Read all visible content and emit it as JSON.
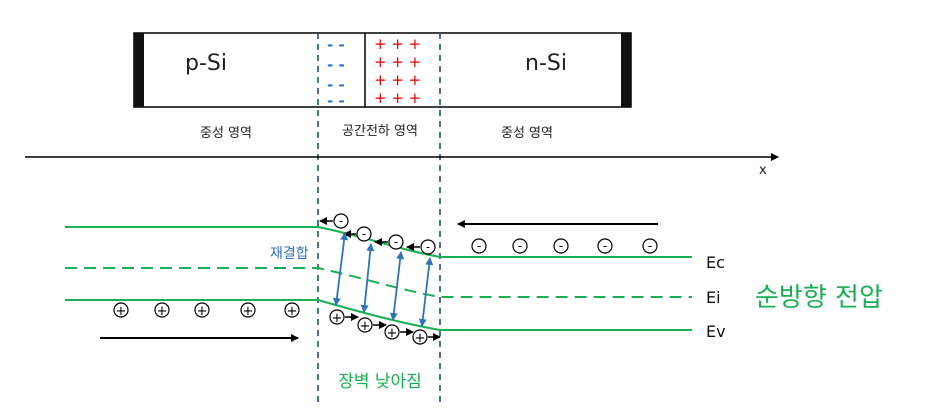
{
  "device": {
    "p_label": "p-Si",
    "n_label": "n-Si",
    "depletion_minus": [
      "- -",
      "- -",
      "- -",
      "- -"
    ],
    "depletion_plus": [
      "+ + +",
      "+ + +",
      "+ + +",
      "+ + +"
    ]
  },
  "regions": {
    "left_neutral": "중성 영역",
    "space_charge": "공간전하 영역",
    "right_neutral": "중성 영역"
  },
  "axis": {
    "x_label": "x"
  },
  "bands": {
    "ec": "Ec",
    "ei": "Ei",
    "ev": "Ev"
  },
  "carriers": {
    "electron_symbol": "-",
    "hole_symbol": "+"
  },
  "annotations": {
    "recombination": "재결합",
    "barrier_lowering": "장벽 낮아짐",
    "forward_bias": "순방향 전압"
  },
  "colors": {
    "band_line": "#1aaf54",
    "dashed_boundary": "#1f4e79",
    "recombination_arrow": "#2e75b6",
    "minus_charge": "#2e75b6",
    "plus_charge": "#e00000",
    "forward_bias_text": "#1aaf54",
    "barrier_text": "#1aaf54",
    "recombination_text": "#2e75b6"
  }
}
